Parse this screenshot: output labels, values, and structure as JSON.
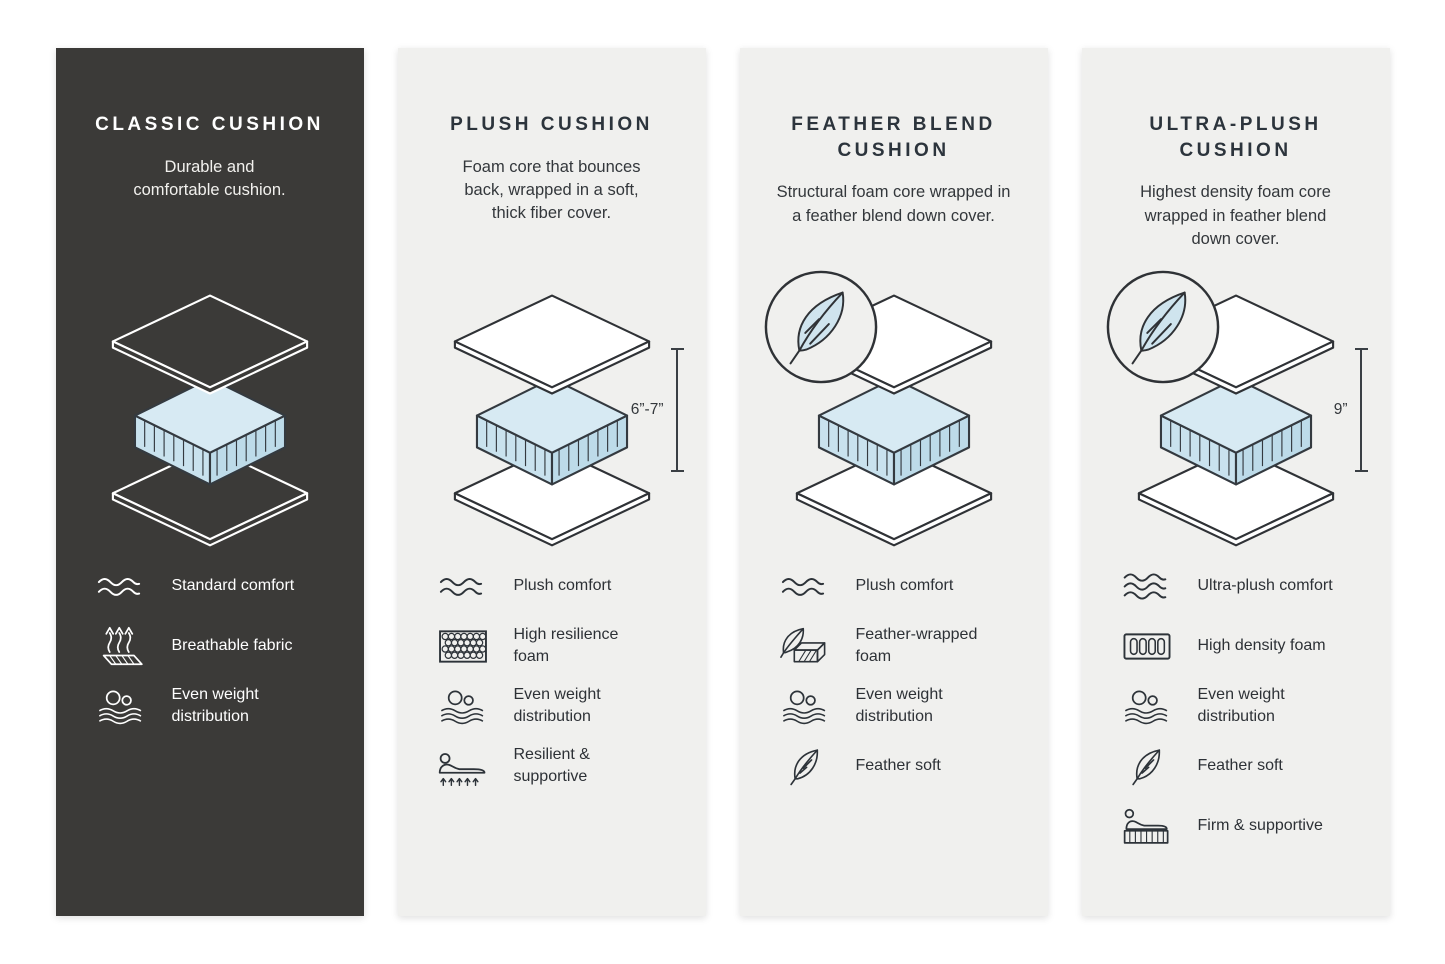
{
  "colors": {
    "dark_panel_bg": "#3b3a38",
    "light_panel_bg": "#f0f0ee",
    "foam_blue": "#cfe4ee",
    "ink": "#2c343c"
  },
  "panels": [
    {
      "id": "classic",
      "theme": "dark",
      "title": "CLASSIC CUSHION",
      "description": "Durable and\ncomfortable cushion.",
      "illustration": {
        "type": "cushion-layers"
      },
      "features": [
        {
          "icon": "wave-icon",
          "label": "Standard comfort"
        },
        {
          "icon": "breathable-fabric-icon",
          "label": "Breathable fabric"
        },
        {
          "icon": "weight-distribution-icon",
          "label": "Even weight\ndistribution"
        }
      ]
    },
    {
      "id": "plush",
      "theme": "light",
      "title": "PLUSH CUSHION",
      "description": "Foam core that bounces\nback, wrapped in a soft,\nthick fiber cover.",
      "illustration": {
        "type": "cushion-layers",
        "measurement": "6”-7”"
      },
      "features": [
        {
          "icon": "wave-icon",
          "label": "Plush comfort"
        },
        {
          "icon": "resilience-foam-icon",
          "label": "High resilience\nfoam"
        },
        {
          "icon": "weight-distribution-icon",
          "label": "Even weight\ndistribution"
        },
        {
          "icon": "resilient-supportive-icon",
          "label": "Resilient &\nsupportive"
        }
      ]
    },
    {
      "id": "feather-blend",
      "theme": "light",
      "title": "FEATHER BLEND\nCUSHION",
      "description": "Structural foam core wrapped in\na feather blend down cover.",
      "illustration": {
        "type": "cushion-layers",
        "badge": "feather-circle"
      },
      "features": [
        {
          "icon": "wave-icon",
          "label": "Plush comfort"
        },
        {
          "icon": "feather-wrapped-foam-icon",
          "label": "Feather-wrapped\nfoam"
        },
        {
          "icon": "weight-distribution-icon",
          "label": "Even weight\ndistribution"
        },
        {
          "icon": "feather-icon",
          "label": "Feather soft"
        }
      ]
    },
    {
      "id": "ultra-plush",
      "theme": "light",
      "title": "ULTRA-PLUSH\nCUSHION",
      "description": "Highest density foam core\nwrapped in feather blend\ndown cover.",
      "illustration": {
        "type": "cushion-layers",
        "badge": "feather-circle",
        "measurement": "9”"
      },
      "features": [
        {
          "icon": "wave-3-icon",
          "label": "Ultra-plush comfort"
        },
        {
          "icon": "density-foam-icon",
          "label": "High density foam"
        },
        {
          "icon": "weight-distribution-icon",
          "label": "Even weight\ndistribution"
        },
        {
          "icon": "feather-icon",
          "label": "Feather soft"
        },
        {
          "icon": "firm-supportive-icon",
          "label": "Firm & supportive"
        }
      ]
    }
  ]
}
